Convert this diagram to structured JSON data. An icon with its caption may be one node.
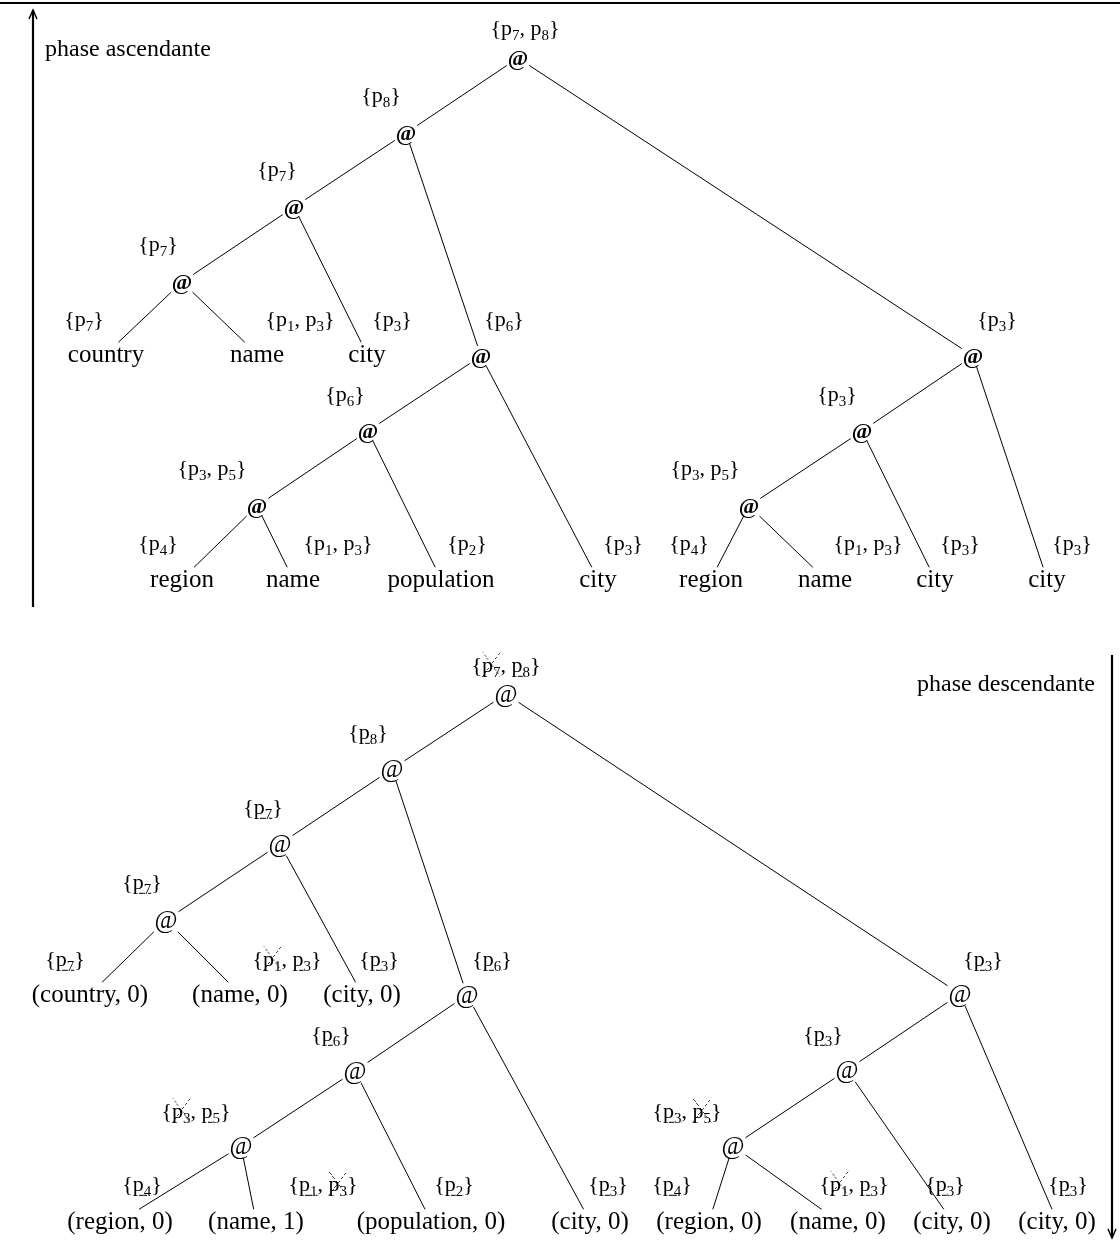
{
  "diagram": {
    "nodes": [
      {
        "text": [
          "@"
        ],
        "beside": [
          "{p$_{7}$, p$_{8}$}"
        ]
      },
      {
        "text": [
          "@"
        ],
        "beside": [
          "{p$_{8}$}"
        ]
      },
      {
        "text": [
          "@"
        ],
        "beside": [
          "{p$_{7}$}"
        ]
      },
      {
        "text": [
          "@"
        ],
        "beside": [
          "{p$_{7}$}"
        ]
      },
      {
        "text": [
          "country"
        ],
        "beside": [
          "{p$_{7}$}"
        ]
      },
      {
        "text": [
          "name"
        ],
        "beside": [
          "{p$_{1}$, p$_{3}$}"
        ]
      },
      {
        "text": [
          "city"
        ],
        "beside": [
          "{p$_{3}$}"
        ]
      },
      {
        "text": [
          "@"
        ],
        "beside": [
          "{p$_{6}$}"
        ]
      },
      {
        "text": [
          "@"
        ],
        "beside": [
          "{p$_{6}$}"
        ]
      },
      {
        "text": [
          "@"
        ],
        "beside": [
          "{p$_{3}$, p$_{5}$}"
        ]
      },
      {
        "text": [
          "region"
        ],
        "beside": [
          "{p$_{4}$}"
        ]
      },
      {
        "text": [
          "name"
        ],
        "beside": [
          "{p$_{1}$, p$_{3}$}"
        ]
      },
      {
        "text": [
          "population"
        ],
        "beside": [
          "{p$_{2}$}"
        ]
      },
      {
        "text": [
          "city"
        ],
        "beside": [
          "{p$_{3}$}"
        ]
      },
      {
        "text": [
          "@"
        ],
        "beside": [
          "{p$_{3}$}"
        ]
      },
      {
        "text": [
          "@"
        ],
        "beside": [
          "{p$_{3}$}"
        ]
      },
      {
        "text": [
          "@"
        ],
        "beside": [
          "{p$_{3}$, p$_{5}$}"
        ]
      },
      {
        "text": [
          "region"
        ],
        "beside": [
          "{p$_{4}$}"
        ]
      },
      {
        "text": [
          "name"
        ],
        "beside": [
          "{p$_{1}$, p$_{3}$}"
        ]
      },
      {
        "text": [
          "city"
        ],
        "beside": [
          "{p$_{3}$}"
        ]
      },
      {
        "text": [
          "city"
        ],
        "beside": [
          "{p$_{3}$}"
        ]
      },
      {
        "text": [
          "@"
        ],
        "beside": [
          "{p$_{7}$, p$_{8}$}"
        ]
      },
      {
        "text": [
          "@"
        ],
        "beside": [
          "{p$_{8}$}"
        ]
      },
      {
        "text": [
          "@"
        ],
        "beside": [
          "{p$_{7}$}"
        ]
      },
      {
        "text": [
          "@"
        ],
        "beside": [
          "{p$_{7}$}"
        ]
      },
      {
        "text": [
          "(country, 0)"
        ],
        "beside": [
          "{p$_{7}$}"
        ]
      },
      {
        "text": [
          "(name, 0)"
        ],
        "beside": [
          "{p$_{1}$, p$_{3}$}"
        ]
      },
      {
        "text": [
          "(city, 0)"
        ],
        "beside": [
          "{p$_{3}$}"
        ]
      },
      {
        "text": [
          "@"
        ],
        "beside": [
          "{p$_{6}$}"
        ]
      },
      {
        "text": [
          "@"
        ],
        "beside": [
          "{p$_{6}$}"
        ]
      },
      {
        "text": [
          "@"
        ],
        "beside": [
          "{p$_{3}$, p$_{5}$}"
        ]
      },
      {
        "text": [
          "(region, 0)"
        ],
        "beside": [
          "{p$_{4}$}"
        ]
      },
      {
        "text": [
          "(name, 1)"
        ],
        "beside": [
          "{p$_{1}$, p$_{3}$}"
        ]
      },
      {
        "text": [
          "(population, 0)"
        ],
        "beside": [
          "{p$_{2}$}"
        ]
      },
      {
        "text": [
          "(city, 0)"
        ],
        "beside": [
          "{p$_{3}$}"
        ]
      },
      {
        "text": [
          "@"
        ],
        "beside": [
          "{p$_{3}$}"
        ]
      },
      {
        "text": [
          "@"
        ],
        "beside": [
          "{p$_{3}$}"
        ]
      },
      {
        "text": [
          "@"
        ],
        "beside": [
          "{p$_{3}$, p$_{5}$}"
        ]
      },
      {
        "text": [
          "(region, 0)"
        ],
        "beside": [
          "{p$_{4}$}"
        ]
      },
      {
        "text": [
          "(name, 0)"
        ],
        "beside": [
          "{p$_{1}$, p$_{3}$}"
        ]
      },
      {
        "text": [
          "(city, 0)"
        ],
        "beside": [
          "{p$_{3}$}"
        ]
      },
      {
        "text": [
          "(city, 0)"
        ],
        "beside": [
          "{p$_{3}$}"
        ]
      }
    ],
    "edges": [
      {
        "from": 0,
        "to": 1,
        "arrow": "none"
      },
      {
        "from": 1,
        "to": 2,
        "arrow": "none"
      },
      {
        "from": 2,
        "to": 3,
        "arrow": "none"
      },
      {
        "from": 3,
        "to": 4,
        "arrow": "none"
      },
      {
        "from": 3,
        "to": 5,
        "arrow": "none"
      },
      {
        "from": 2,
        "to": 6,
        "arrow": "none"
      },
      {
        "from": 1,
        "to": 7,
        "arrow": "none"
      },
      {
        "from": 7,
        "to": 8,
        "arrow": "none"
      },
      {
        "from": 8,
        "to": 9,
        "arrow": "none"
      },
      {
        "from": 9,
        "to": 10,
        "arrow": "none"
      },
      {
        "from": 9,
        "to": 11,
        "arrow": "none"
      },
      {
        "from": 8,
        "to": 12,
        "arrow": "none"
      },
      {
        "from": 7,
        "to": 13,
        "arrow": "none"
      },
      {
        "from": 0,
        "to": 14,
        "arrow": "none"
      },
      {
        "from": 14,
        "to": 15,
        "arrow": "none"
      },
      {
        "from": 15,
        "to": 16,
        "arrow": "none"
      },
      {
        "from": 16,
        "to": 17,
        "arrow": "none"
      },
      {
        "from": 16,
        "to": 18,
        "arrow": "none"
      },
      {
        "from": 15,
        "to": 19,
        "arrow": "none"
      },
      {
        "from": 14,
        "to": 20,
        "arrow": "none"
      },
      {
        "from": 21,
        "to": 22,
        "arrow": "none"
      },
      {
        "from": 22,
        "to": 23,
        "arrow": "none"
      },
      {
        "from": 23,
        "to": 24,
        "arrow": "none"
      },
      {
        "from": 24,
        "to": 25,
        "arrow": "none"
      },
      {
        "from": 24,
        "to": 26,
        "arrow": "none"
      },
      {
        "from": 23,
        "to": 27,
        "arrow": "none"
      },
      {
        "from": 22,
        "to": 28,
        "arrow": "none"
      },
      {
        "from": 28,
        "to": 29,
        "arrow": "none"
      },
      {
        "from": 29,
        "to": 30,
        "arrow": "none"
      },
      {
        "from": 30,
        "to": 31,
        "arrow": "none"
      },
      {
        "from": 30,
        "to": 32,
        "arrow": "none"
      },
      {
        "from": 29,
        "to": 33,
        "arrow": "none"
      },
      {
        "from": 28,
        "to": 34,
        "arrow": "none"
      },
      {
        "from": 21,
        "to": 35,
        "arrow": "none"
      },
      {
        "from": 35,
        "to": 36,
        "arrow": "none"
      },
      {
        "from": 36,
        "to": 37,
        "arrow": "none"
      },
      {
        "from": 37,
        "to": 38,
        "arrow": "none"
      },
      {
        "from": 37,
        "to": 39,
        "arrow": "none"
      },
      {
        "from": 36,
        "to": 40,
        "arrow": "none"
      },
      {
        "from": 35,
        "to": 41,
        "arrow": "none"
      }
    ],
    "labels": [
      "phase ascendante",
      "phase descendante"
    ]
  }
}
